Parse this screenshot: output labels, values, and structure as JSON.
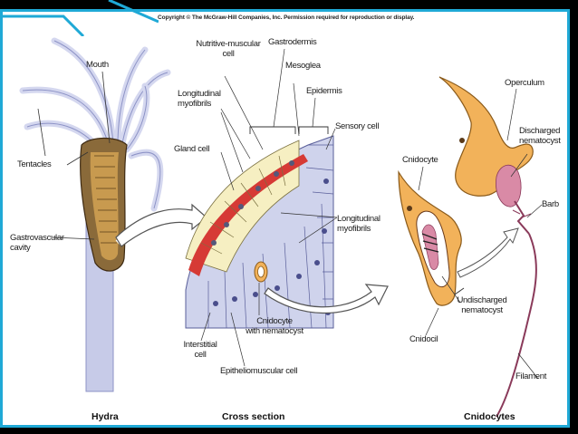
{
  "copyright": "Copyright © The McGraw-Hill Companies, Inc. Permission required for reproduction or display.",
  "labels": {
    "mouth": "Mouth",
    "tentacles": "Tentacles",
    "gastrovascular": "Gastrovascular\ncavity",
    "nutritive": "Nutritive-muscular\ncell",
    "gastrodermis": "Gastrodermis",
    "mesoglea": "Mesoglea",
    "epidermis": "Epidermis",
    "long_myo_left": "Longitudinal\nmyofibrils",
    "gland_cell": "Gland cell",
    "sensory_cell": "Sensory cell",
    "long_myo_right": "Longitudinal\nmyofibrils",
    "interstitial": "Interstitial\ncell",
    "cnidocyte_nem": "Cnidocyte\nwith nematocyst",
    "epitheliomuscular": "Epitheliomuscular cell",
    "cnidocyte": "Cnidocyte",
    "operculum": "Operculum",
    "discharged": "Discharged\nnematocyst",
    "barb": "Barb",
    "undischarged": "Undischarged\nnematocyst",
    "cnidocil": "Cnidocil",
    "filament": "Filament"
  },
  "captions": {
    "hydra": "Hydra",
    "cross_section": "Cross section",
    "cnidocytes": "Cnidocytes"
  },
  "colors": {
    "frame_accent": "#1fa9d6",
    "hydra_stalk": "#c7cbe8",
    "gastrodermis_cells": "#f6efc2",
    "mesoglea": "#d63a35",
    "epidermis_cells": "#cfd3ec",
    "cnidocyte_body": "#f2b25a",
    "nematocyst": "#d98aa6"
  }
}
